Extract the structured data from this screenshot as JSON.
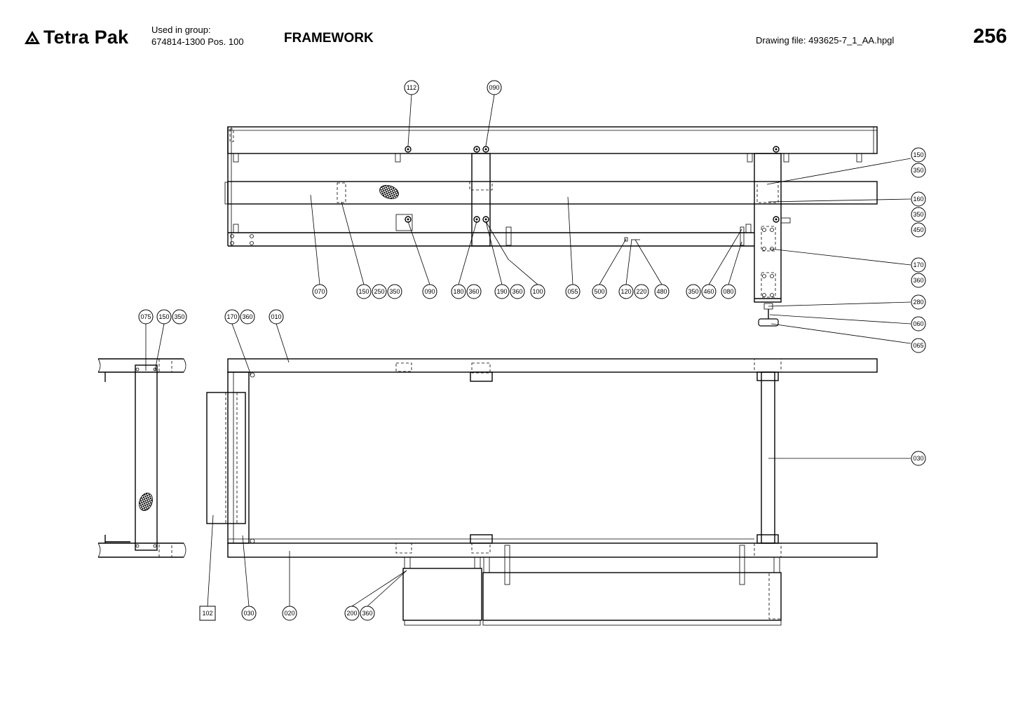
{
  "header": {
    "brand": "Tetra Pak",
    "used_in_group_label": "Used in group:",
    "used_in_group_value": "674814-1300 Pos. 100",
    "title": "FRAMEWORK",
    "drawing_file": "Drawing file:  493625-7_1_AA.hpgl",
    "page_number": "256"
  },
  "callouts": {
    "c112": "112",
    "c090a": "090",
    "c150r": "150",
    "c350r": "350",
    "c160": "160",
    "c350r2": "350",
    "c450": "450",
    "c170r": "170",
    "c360r": "360",
    "c280": "280",
    "c060": "060",
    "c065": "065",
    "c070": "070",
    "c150b": "150",
    "c250b": "250",
    "c350b": "350",
    "c090b": "090",
    "c180": "180",
    "c360b": "360",
    "c190": "190",
    "c360c": "360",
    "c100": "100",
    "c055": "055",
    "c500": "500",
    "c120": "120",
    "c220": "220",
    "c480": "480",
    "c350d": "350",
    "c460": "460",
    "c080": "080",
    "c075": "075",
    "c150l": "150",
    "c350l": "350",
    "c170m": "170",
    "c360m": "360",
    "c010": "010",
    "c030r": "030",
    "c102": "102",
    "c030b": "030",
    "c020": "020",
    "c200": "200",
    "c360e": "360"
  }
}
